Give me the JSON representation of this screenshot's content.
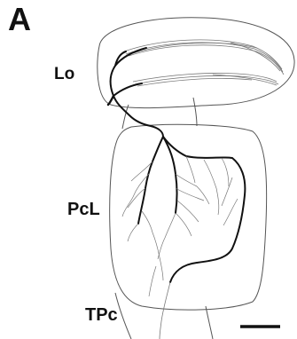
{
  "figure": {
    "panel_letter": "A",
    "regions": {
      "lobula": "Lo",
      "lateral_protocerebrum": "PcL",
      "tritocerebrum": "TPc"
    },
    "colors": {
      "outline": "#555555",
      "neuron": "#111111",
      "fine_branches": "#777777",
      "background": "#ffffff"
    }
  }
}
